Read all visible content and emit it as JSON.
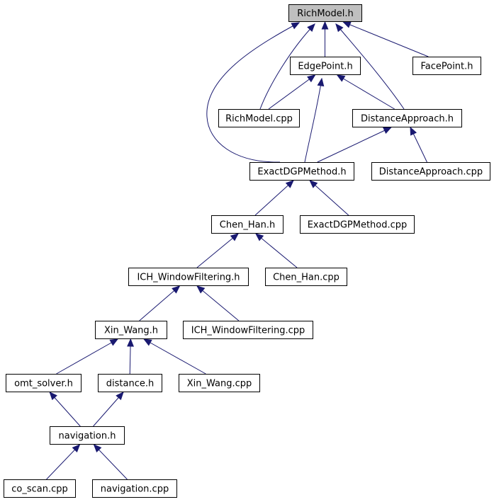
{
  "nodes": [
    {
      "id": "richmodel_h",
      "label": "RichModel.h",
      "root": true
    },
    {
      "id": "edgepoint_h",
      "label": "EdgePoint.h"
    },
    {
      "id": "facepoint_h",
      "label": "FacePoint.h"
    },
    {
      "id": "richmodel_cpp",
      "label": "RichModel.cpp"
    },
    {
      "id": "distanceapproach_h",
      "label": "DistanceApproach.h"
    },
    {
      "id": "exactdgpmethod_h",
      "label": "ExactDGPMethod.h"
    },
    {
      "id": "distanceapproach_cpp",
      "label": "DistanceApproach.cpp"
    },
    {
      "id": "chen_han_h",
      "label": "Chen_Han.h"
    },
    {
      "id": "exactdgpmethod_cpp",
      "label": "ExactDGPMethod.cpp"
    },
    {
      "id": "ich_windowfiltering_h",
      "label": "ICH_WindowFiltering.h"
    },
    {
      "id": "chen_han_cpp",
      "label": "Chen_Han.cpp"
    },
    {
      "id": "xin_wang_h",
      "label": "Xin_Wang.h"
    },
    {
      "id": "ich_windowfiltering_cpp",
      "label": "ICH_WindowFiltering.cpp"
    },
    {
      "id": "omt_solver_h",
      "label": "omt_solver.h"
    },
    {
      "id": "distance_h",
      "label": "distance.h"
    },
    {
      "id": "xin_wang_cpp",
      "label": "Xin_Wang.cpp"
    },
    {
      "id": "navigation_h",
      "label": "navigation.h"
    },
    {
      "id": "co_scan_cpp",
      "label": "co_scan.cpp"
    },
    {
      "id": "navigation_cpp",
      "label": "navigation.cpp"
    }
  ],
  "edges": [
    {
      "from": "edgepoint_h",
      "to": "richmodel_h"
    },
    {
      "from": "facepoint_h",
      "to": "richmodel_h"
    },
    {
      "from": "richmodel_cpp",
      "to": "richmodel_h"
    },
    {
      "from": "distanceapproach_h",
      "to": "richmodel_h"
    },
    {
      "from": "exactdgpmethod_h",
      "to": "richmodel_h"
    },
    {
      "from": "richmodel_cpp",
      "to": "edgepoint_h"
    },
    {
      "from": "distanceapproach_h",
      "to": "edgepoint_h"
    },
    {
      "from": "exactdgpmethod_h",
      "to": "edgepoint_h"
    },
    {
      "from": "exactdgpmethod_h",
      "to": "distanceapproach_h"
    },
    {
      "from": "distanceapproach_cpp",
      "to": "distanceapproach_h"
    },
    {
      "from": "chen_han_h",
      "to": "exactdgpmethod_h"
    },
    {
      "from": "exactdgpmethod_cpp",
      "to": "exactdgpmethod_h"
    },
    {
      "from": "ich_windowfiltering_h",
      "to": "chen_han_h"
    },
    {
      "from": "chen_han_cpp",
      "to": "chen_han_h"
    },
    {
      "from": "xin_wang_h",
      "to": "ich_windowfiltering_h"
    },
    {
      "from": "ich_windowfiltering_cpp",
      "to": "ich_windowfiltering_h"
    },
    {
      "from": "omt_solver_h",
      "to": "xin_wang_h"
    },
    {
      "from": "distance_h",
      "to": "xin_wang_h"
    },
    {
      "from": "xin_wang_cpp",
      "to": "xin_wang_h"
    },
    {
      "from": "navigation_h",
      "to": "omt_solver_h"
    },
    {
      "from": "navigation_h",
      "to": "distance_h"
    },
    {
      "from": "co_scan_cpp",
      "to": "navigation_h"
    },
    {
      "from": "navigation_cpp",
      "to": "navigation_h"
    }
  ],
  "colors": {
    "edge": "#191970",
    "root_fill": "#bfbfbf",
    "node_fill": "#ffffff"
  }
}
